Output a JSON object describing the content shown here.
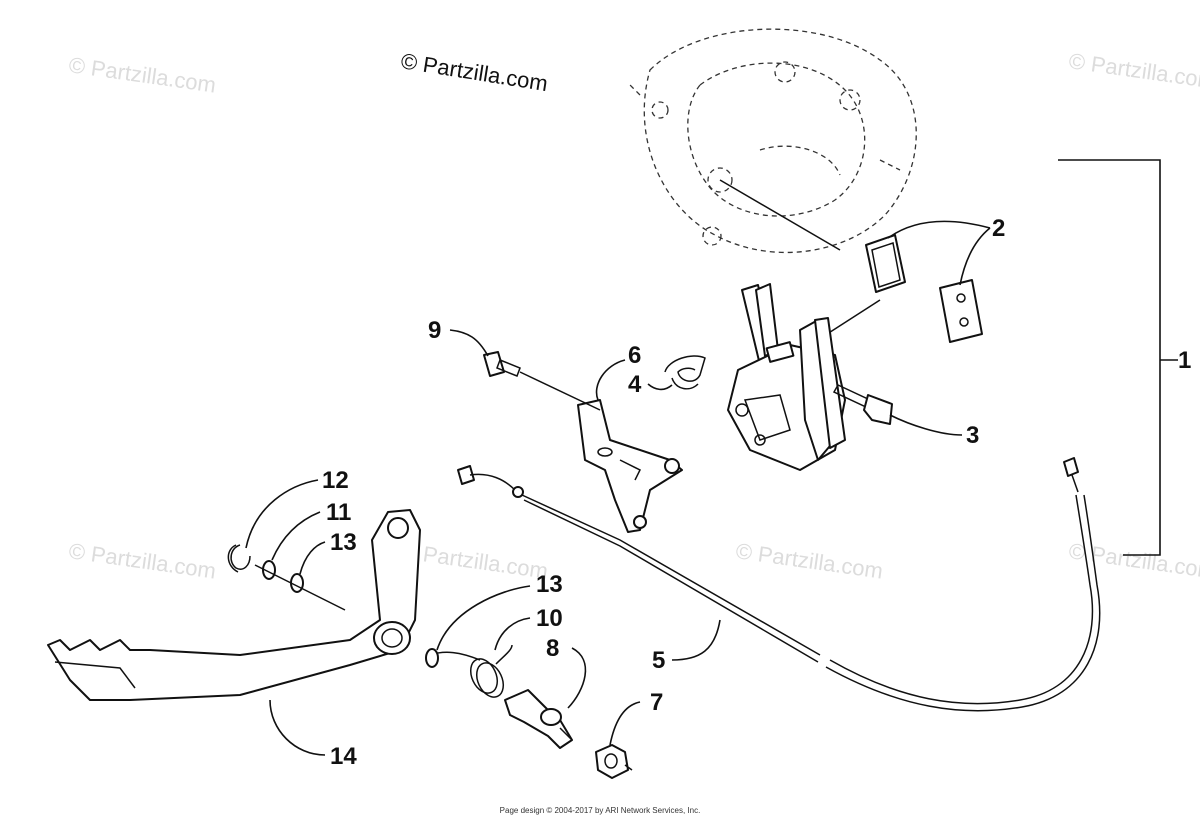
{
  "watermark": {
    "text": "© Partzilla.com",
    "copyright": "© Partzilla.com"
  },
  "callouts": [
    {
      "id": "callout-1",
      "label": "1"
    },
    {
      "id": "callout-2",
      "label": "2"
    },
    {
      "id": "callout-3",
      "label": "3"
    },
    {
      "id": "callout-4",
      "label": "4"
    },
    {
      "id": "callout-5",
      "label": "5"
    },
    {
      "id": "callout-6",
      "label": "6"
    },
    {
      "id": "callout-7",
      "label": "7"
    },
    {
      "id": "callout-8",
      "label": "8"
    },
    {
      "id": "callout-9",
      "label": "9"
    },
    {
      "id": "callout-10",
      "label": "10"
    },
    {
      "id": "callout-11",
      "label": "11"
    },
    {
      "id": "callout-12",
      "label": "12"
    },
    {
      "id": "callout-13a",
      "label": "13"
    },
    {
      "id": "callout-13b",
      "label": "13"
    },
    {
      "id": "callout-14",
      "label": "14"
    }
  ],
  "footer": "Page design © 2004-2017 by ARI Network Services, Inc."
}
